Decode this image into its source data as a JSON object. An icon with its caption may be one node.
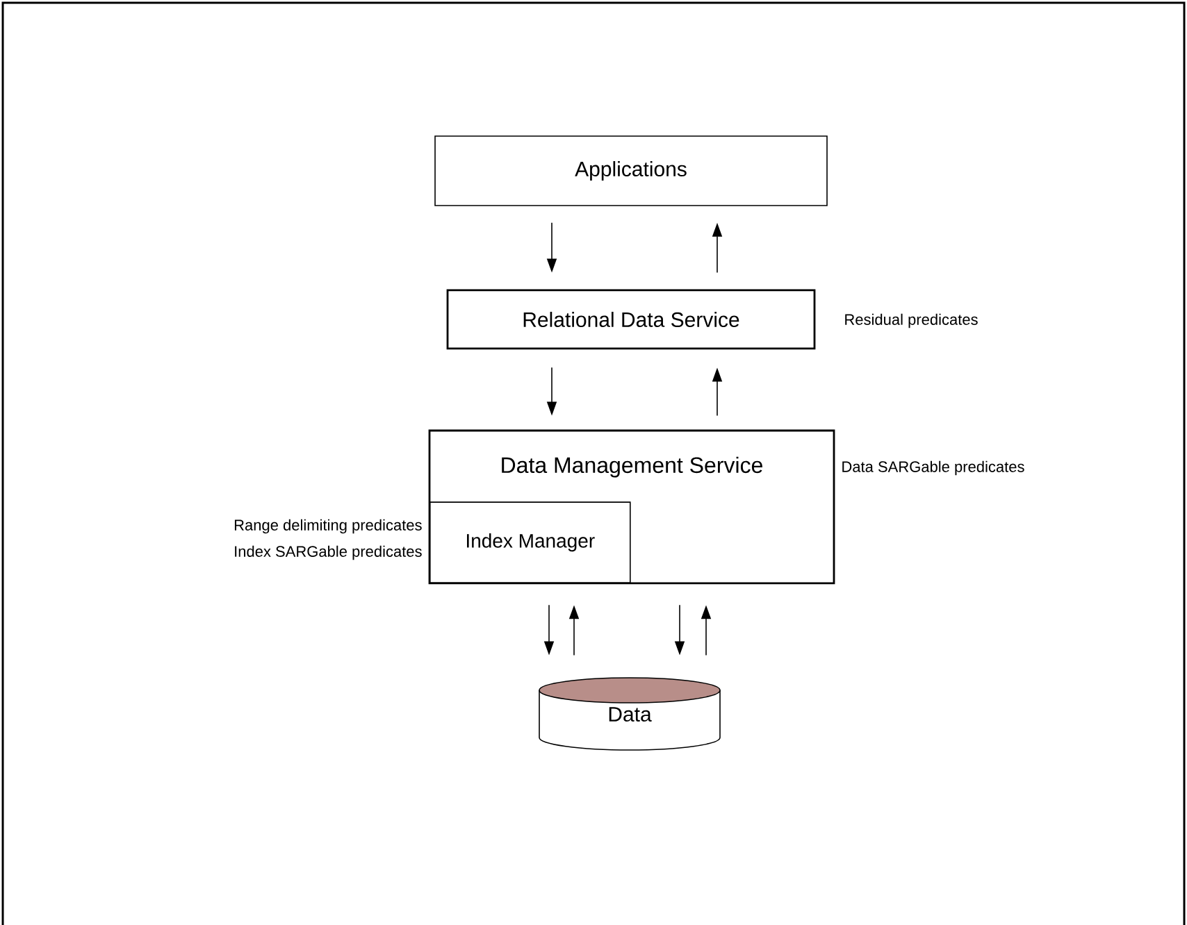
{
  "diagram": {
    "nodes": [
      {
        "text": [
          "Applications"
        ]
      },
      {
        "text": [
          "Relational Data Service"
        ],
        "beside": [
          "Residual predicates"
        ]
      },
      {
        "text": [
          "Data Management Service"
        ],
        "beside": [
          "Data SARGable predicates"
        ]
      },
      {
        "text": [
          "Index Manager"
        ],
        "in": 2,
        "beside": [
          "Range delimiting predicates",
          "Index SARGable predicates"
        ]
      },
      {
        "text": [
          "Data"
        ]
      }
    ],
    "edges": [
      {
        "from": 0,
        "to": 1,
        "arrow": "to"
      },
      {
        "from": 1,
        "to": 0,
        "arrow": "to"
      },
      {
        "from": 1,
        "to": 2,
        "arrow": "to"
      },
      {
        "from": 2,
        "to": 1,
        "arrow": "to"
      },
      {
        "from": 2,
        "to": 4,
        "arrow": "to"
      },
      {
        "from": 4,
        "to": 2,
        "arrow": "to"
      },
      {
        "from": 2,
        "to": 4,
        "arrow": "to"
      },
      {
        "from": 4,
        "to": 2,
        "arrow": "to"
      }
    ]
  }
}
